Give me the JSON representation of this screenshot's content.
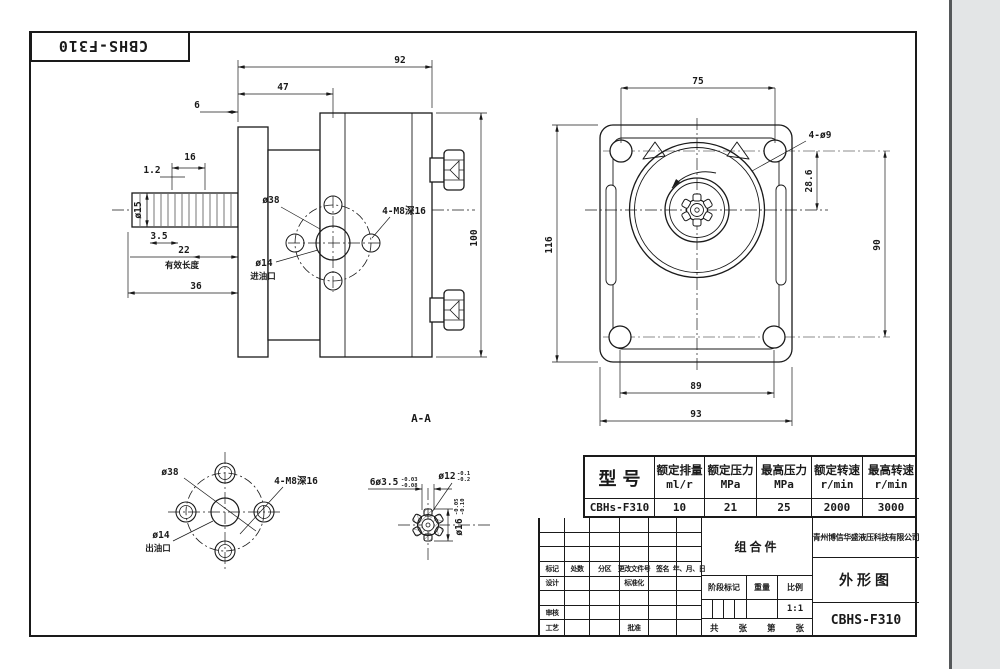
{
  "corner_label": {
    "model_flipped": "CBHS-F310"
  },
  "side_view": {
    "dim_total_length": "92",
    "dim_body_length": "47",
    "dim_flange_step": "6",
    "dim_thread_length": "16",
    "dim_chamfer": "1.2",
    "dim_shaft_dia": "ø15",
    "dim_key": "3.5",
    "dim_effective": "22",
    "effective_length_label": "有效长度",
    "dim_shaft_total": "36",
    "dim_height": "100",
    "bolt_circle_label": "ø38",
    "thread_label": "4-M8深16",
    "inlet_dia_label": "ø14",
    "inlet_label": "进油口"
  },
  "front_view": {
    "dim_hole_span_h": "75",
    "holes_label": "4-ø9",
    "dim_center_offset": "28.6",
    "dim_hole_span_v": "90",
    "dim_height": "116",
    "dim_span_89": "89",
    "dim_width_93": "93"
  },
  "rear_view": {
    "bolt_circle_label": "ø38",
    "thread_label": "4-M8深16",
    "outlet_dia_label": "ø14",
    "outlet_label": "出油口"
  },
  "spline_view": {
    "section_label": "A-A",
    "teeth_label": "6ø3.5",
    "teeth_tol_upper": "-0.03",
    "teeth_tol_lower": "-0.08",
    "dia12_label": "ø12",
    "dia12_tol_upper": "-0.1",
    "dia12_tol_lower": "-0.2",
    "dia16_label": "ø16",
    "dia16_tol_upper": "-0.05",
    "dia16_tol_lower": "-0.10"
  },
  "spec_table": {
    "model_header": "型号",
    "columns": [
      {
        "title": "额定排量",
        "unit": "ml/r"
      },
      {
        "title": "额定压力",
        "unit": "MPa"
      },
      {
        "title": "最高压力",
        "unit": "MPa"
      },
      {
        "title": "额定转速",
        "unit": "r/min"
      },
      {
        "title": "最高转速",
        "unit": "r/min"
      }
    ],
    "row": {
      "model": "CBHs-F310",
      "displacement": "10",
      "rated_pressure": "21",
      "max_pressure": "25",
      "rated_speed": "2000",
      "max_speed": "3000"
    }
  },
  "title_block": {
    "rev_columns": [
      "标记",
      "处数",
      "分区",
      "更改文件号",
      "签名",
      "年、月、日"
    ],
    "design_label": "设计",
    "standardization_label": "标准化",
    "check_label": "审核",
    "process_label": "工艺",
    "approve_label": "批准",
    "assembly_label": "组合件",
    "stage_label": "阶段标记",
    "weight_label": "重量",
    "scale_label": "比例",
    "scale_value": "1:1",
    "sheet_total_label": "共",
    "sheet_unit_1": "张",
    "sheet_no_label": "第",
    "sheet_unit_2": "张",
    "company": "青州博信华盛液压科技有限公司",
    "drawing_type": "外形图",
    "model": "CBHS-F310"
  }
}
